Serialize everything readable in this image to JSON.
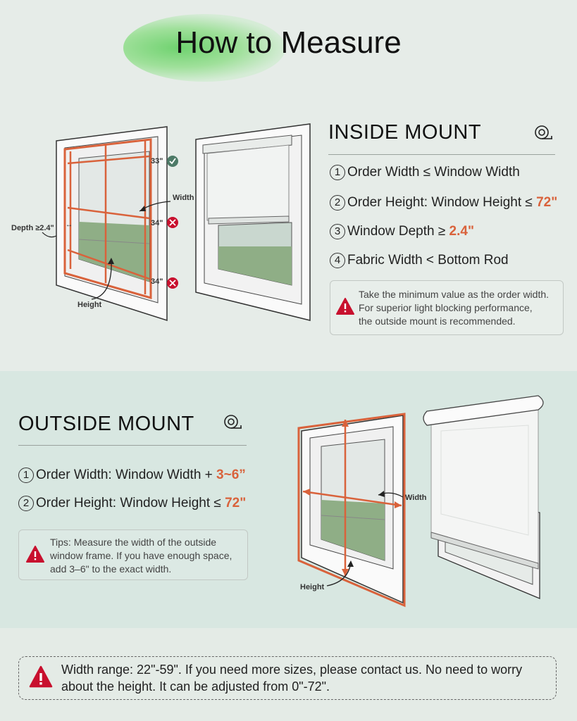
{
  "title": "How to Measure",
  "inside_mount": {
    "heading": "INSIDE MOUNT",
    "items": [
      {
        "num": "1",
        "text": "Order Width ≤ Window Width",
        "highlight": ""
      },
      {
        "num": "2",
        "text": "Order Height: Window Height ≤ ",
        "highlight": "72\""
      },
      {
        "num": "3",
        "text": "Window Depth ≥ ",
        "highlight": "2.4\""
      },
      {
        "num": "4",
        "text": "Fabric Width < Bottom Rod",
        "highlight": ""
      }
    ],
    "note_lines": [
      "Take the minimum value as the order width.",
      "For superior light blocking performance,",
      "the outside mount is recommended."
    ],
    "diagram": {
      "labels": {
        "top": "33\"",
        "mid": "34\"",
        "bottom": "34\"",
        "width": "Width",
        "depth": "Depth ≥2.4\"",
        "height": "Height"
      },
      "marks": {
        "top": "check",
        "mid": "cross",
        "bottom": "cross"
      }
    }
  },
  "outside_mount": {
    "heading": "OUTSIDE MOUNT",
    "items": [
      {
        "num": "1",
        "text": "Order Width: Window Width + ",
        "highlight": "3~6”"
      },
      {
        "num": "2",
        "text": "Order Height: Window Height ≤ ",
        "highlight": "72\""
      }
    ],
    "note_lines": [
      "Tips: Measure the width of the outside",
      "window frame. If you have enough space,",
      "add 3–6\" to the exact width."
    ],
    "diagram": {
      "labels": {
        "width": "Width",
        "height": "Height"
      }
    }
  },
  "bottom_note": {
    "lines": [
      "Width range: 22\"-59\". If you need more sizes, please contact us. No need to worry",
      "about the height. It can be adjusted from 0\"-72\"."
    ]
  },
  "icons": {
    "tape": "tape-measure-icon",
    "warning": "warning-icon",
    "check": "check-icon",
    "cross": "cross-icon"
  },
  "colors": {
    "accent": "#d9623b",
    "warning": "#c8102e",
    "check": "#4d7a67",
    "green_blob": "#6fd26f"
  }
}
